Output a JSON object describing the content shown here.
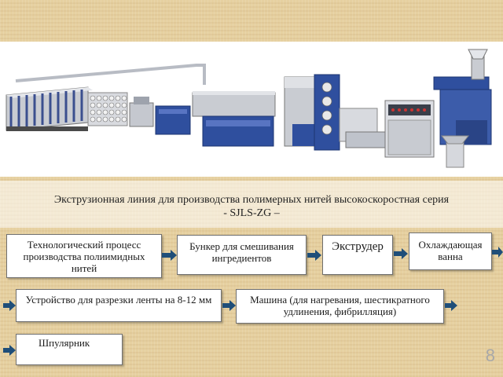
{
  "caption": {
    "line1": "Экструзионная линия для производства полимерных нитей высокоскоростная серия",
    "line2": "- SJLS-ZG –"
  },
  "process": {
    "step1": "Технологический процесс производства полиимидных нитей",
    "step2": "Бункер для смешивания ингредиентов",
    "step3": "Экструдер",
    "step4": "Охлаждающая ванна",
    "step5": "Устройство для разрезки ленты на 8-12 мм",
    "step6": "Машина (для нагревания, шестикратного удлинения, фибрилляция)",
    "step7": "Шпулярник"
  },
  "page_number": "8",
  "colors": {
    "arrow": "#1f4e79",
    "machine_blue": "#2f4f9e",
    "machine_gray": "#c9ccd2"
  }
}
